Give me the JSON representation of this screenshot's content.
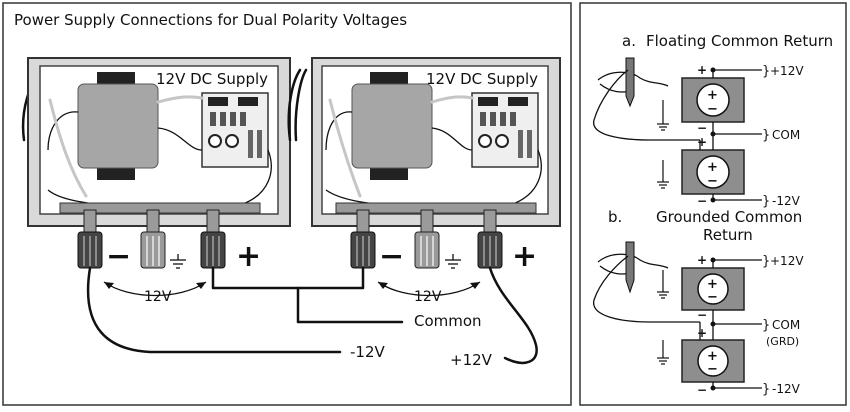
{
  "title": "Power Supply Connections for Dual Polarity Voltages",
  "supplies": [
    {
      "label": "12V DC Supply",
      "terminal_signs": {
        "minus": "−",
        "plus": "+"
      },
      "voltage_label": "12V"
    },
    {
      "label": "12V DC Supply",
      "terminal_signs": {
        "minus": "−",
        "plus": "+"
      },
      "voltage_label": "12V"
    }
  ],
  "wire_labels": {
    "common": "Common",
    "neg": "-12V",
    "pos": "+12V"
  },
  "right_panel": {
    "a": {
      "letter": "a.",
      "title": "Floating Common Return",
      "pos": "+12V",
      "com": "COM",
      "neg": "-12V"
    },
    "b": {
      "letter": "b.",
      "title_line1": "Grounded Common",
      "title_line2": "Return",
      "pos": "+12V",
      "com": "COM",
      "com_sub": "(GRD)",
      "neg": "-12V"
    },
    "sign_plus": "+",
    "sign_minus": "−"
  },
  "colors": {
    "case": "#d9d9d9",
    "transformer": "#a6a6a6",
    "supply_box": "#8e8e8e",
    "wire": "#111111"
  }
}
